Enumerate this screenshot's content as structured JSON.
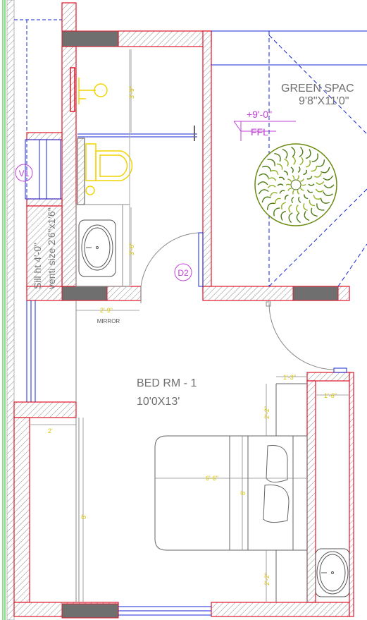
{
  "rooms": {
    "green_space": {
      "name": "GREEN SPAC",
      "size": "9'8\"X11'0\""
    },
    "bedroom": {
      "name": "BED RM - 1",
      "size": "10'0X13'"
    }
  },
  "level": {
    "value": "+9'-0\"",
    "ref": "FFL"
  },
  "tags": {
    "ventilator": "V1",
    "door": "D2"
  },
  "notes": {
    "sill": "Sill ht 4'-0\"",
    "venti": "venti size 2'6\"x1'6\""
  },
  "labels": {
    "mirror": "MIRROR"
  },
  "dims": {
    "shower": "3'-9\"",
    "wc": "3'-6\"",
    "mirror": "2'-9\"",
    "side_top": "1'-3\"",
    "side_right": "1'-6\"",
    "side_upper": "2'-2\"",
    "side_lower": "2'-2\"",
    "bed_width": "6'-6\"",
    "bed_len": "8'",
    "wardrobe_w": "2'",
    "wardrobe_len": "8'"
  },
  "colors": {
    "wall": "#e0142a",
    "glass": "#1424d8",
    "door": "#888888",
    "fixture": "#f2d400",
    "tag": "#c040d8",
    "grid": "#10c010",
    "tree": "#5a8a10"
  }
}
